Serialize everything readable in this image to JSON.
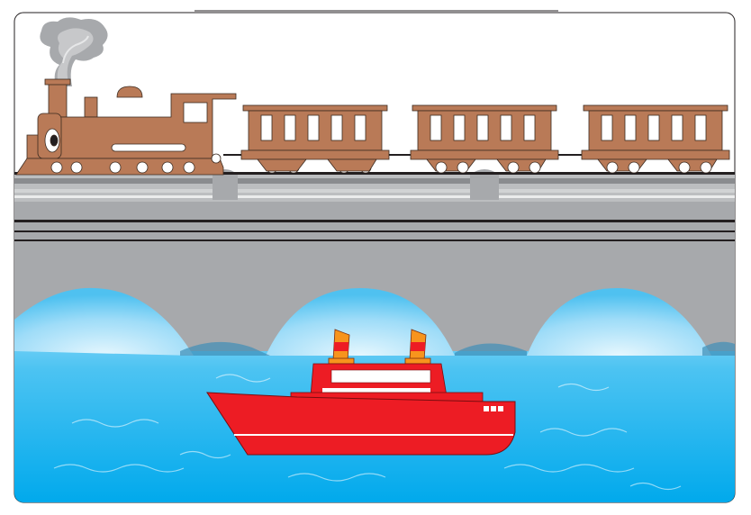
{
  "scene": {
    "description_labels": [],
    "colors": {
      "background": "#ffffff",
      "frame": "#231f20",
      "bridge": "#a7a9ac",
      "bridge_dark": "#8a8c8f",
      "rail": "#231f20",
      "train_body": "#b97a57",
      "train_outline": "#3a2a20",
      "window": "#ffffff",
      "wheel": "#ffffff",
      "smoke": "#9d9d9d",
      "sky_arch": "#7fd0f5",
      "water_top": "#6ec6f0",
      "water": "#00aeef",
      "ship_hull": "#ed1c24",
      "ship_stripe": "#ffffff",
      "funnel": "#f7941d",
      "funnel_top": "#ed1c24"
    },
    "elements": {
      "train": {
        "cars": 3,
        "locomotive": 1
      },
      "ship": {
        "funnels": 2
      },
      "bridge": {
        "arches": 3
      }
    }
  }
}
